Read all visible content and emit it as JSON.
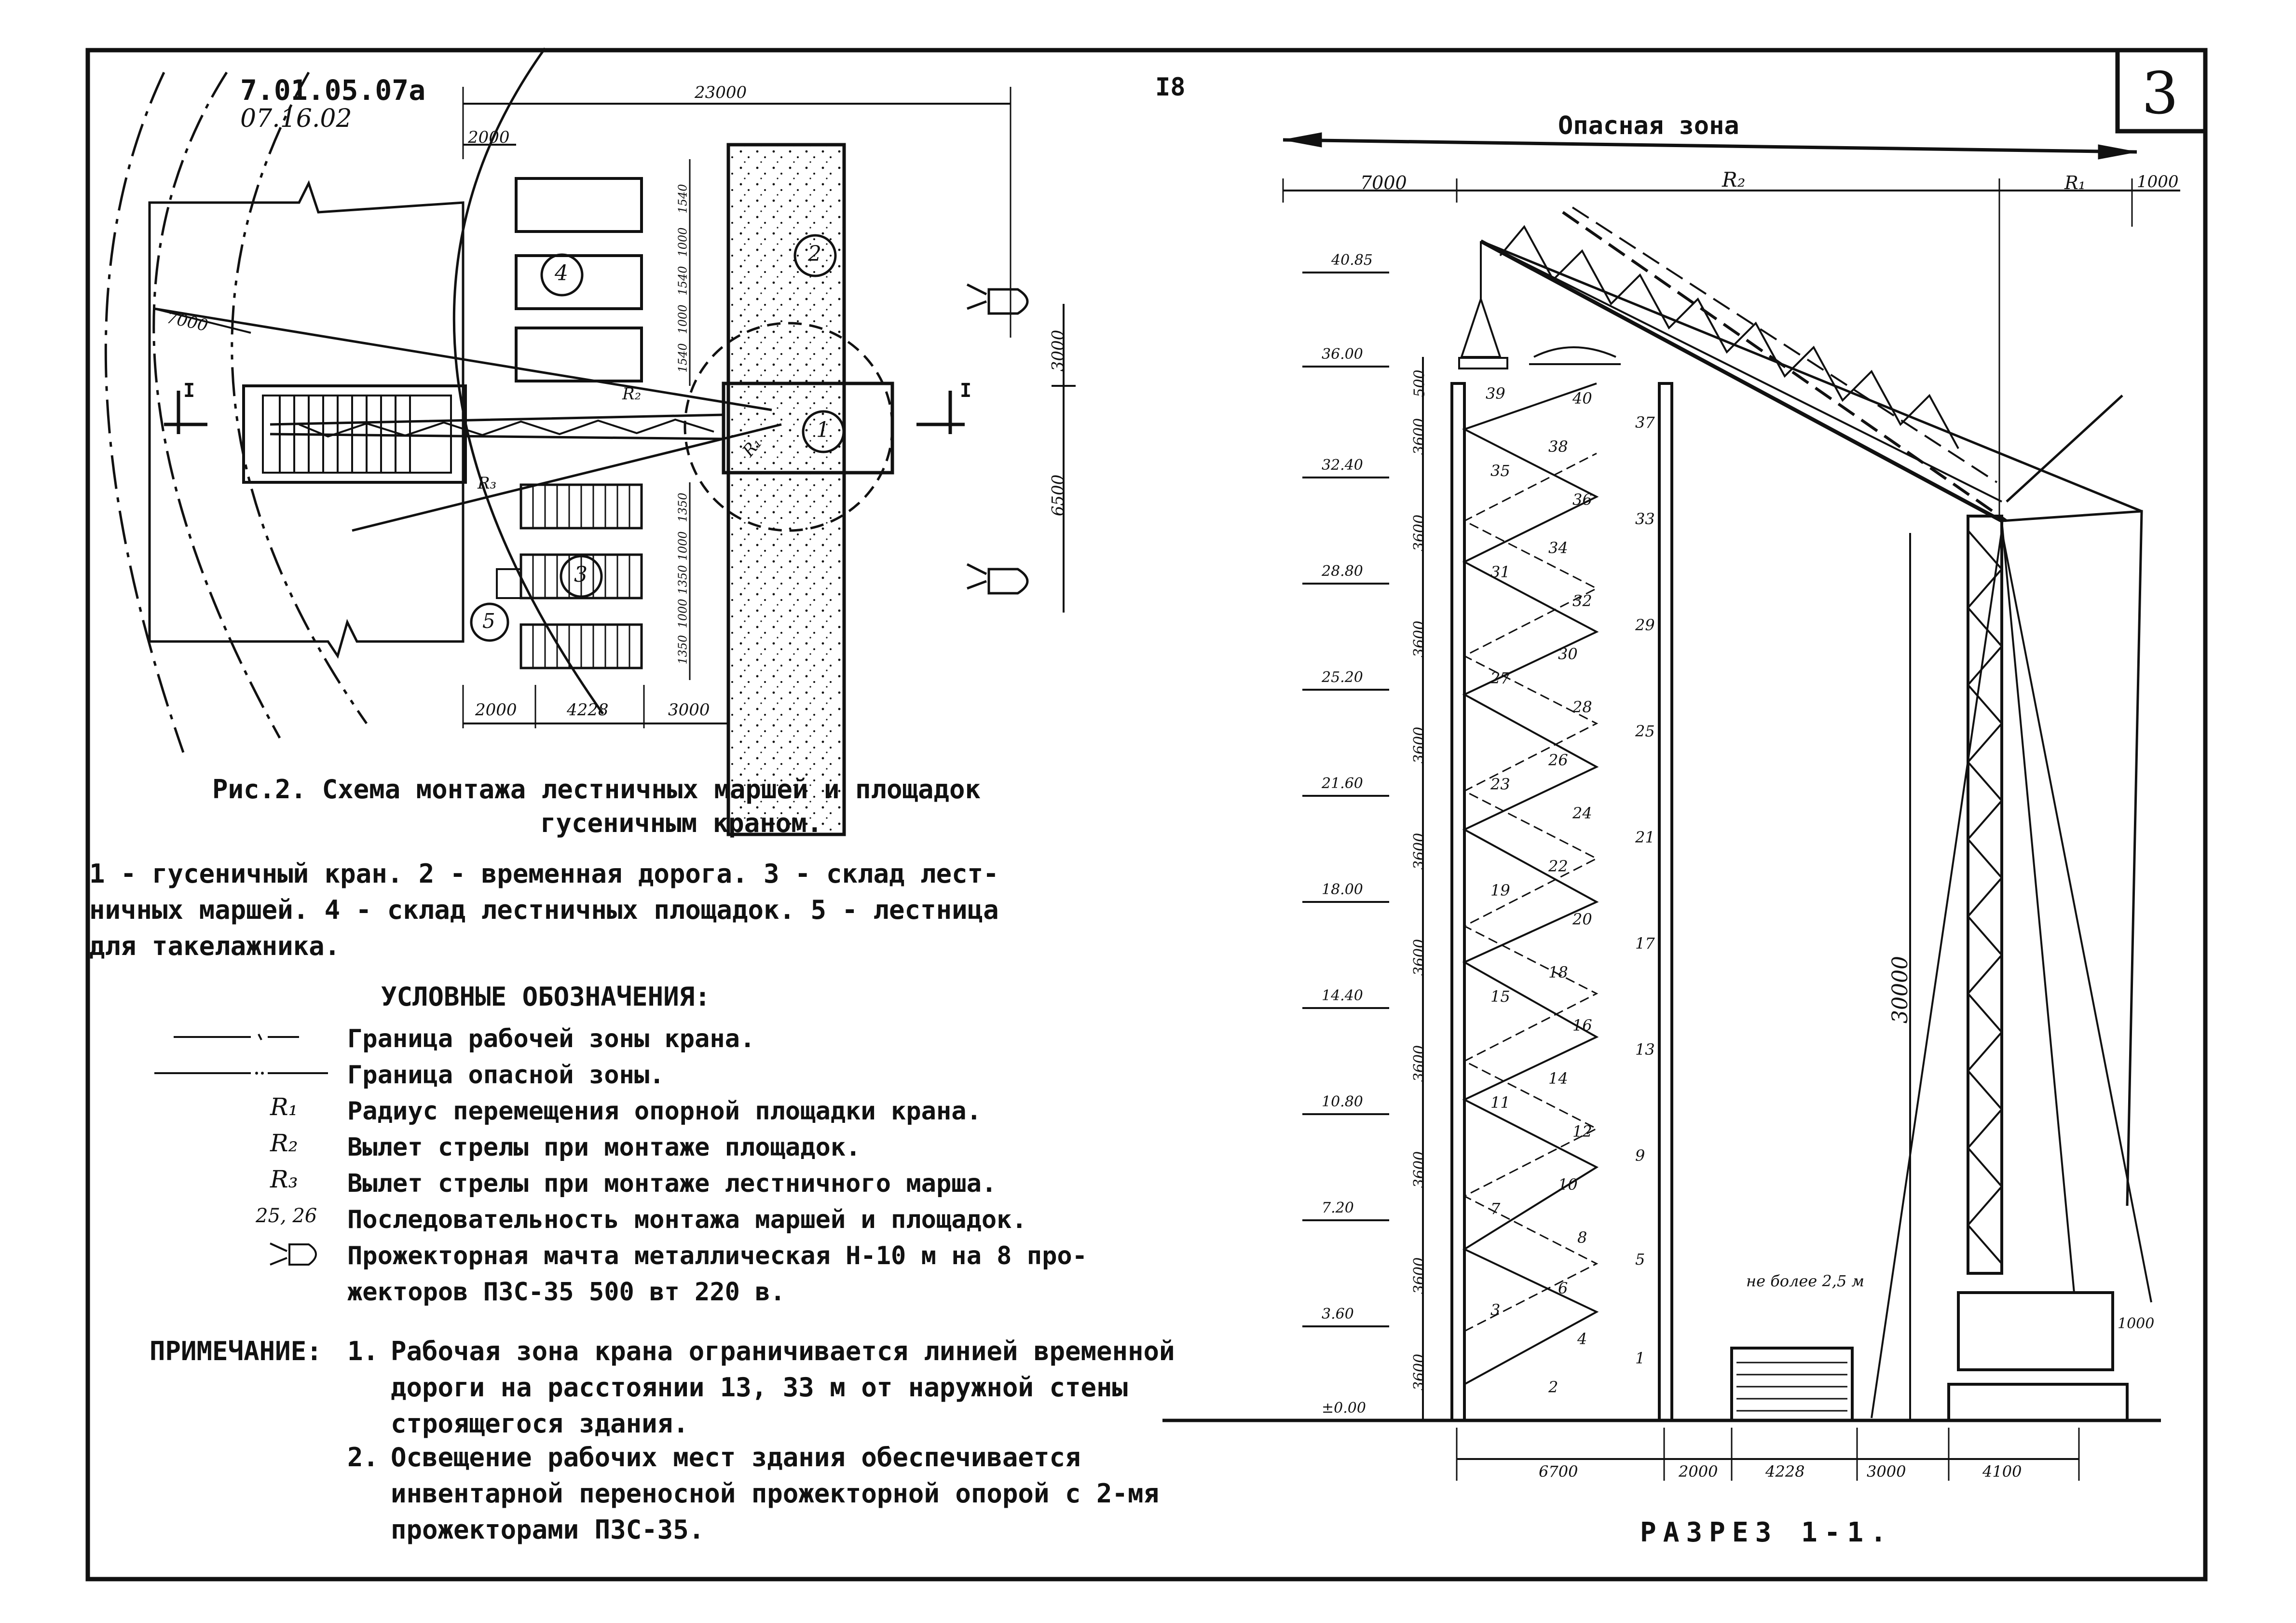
{
  "header": {
    "doc_code": "7.01.05.07а",
    "date": "07.16.02",
    "page_number": "I8",
    "sheet_number": "3"
  },
  "plan": {
    "dim_top": "23000",
    "dim_top_left": "2000",
    "dim_radius": "7000",
    "dim_right_top": "3000",
    "dim_right_bottom": "6500",
    "dim_bottom": [
      "2000",
      "4228",
      "3000"
    ],
    "platform_dims": [
      "1540",
      "1000",
      "1540",
      "1000",
      "1540"
    ],
    "stair_dims": [
      "1350",
      "1000",
      "1350",
      "1000",
      "1350"
    ],
    "r1": "R₁",
    "r2": "R₂",
    "r3": "R₃",
    "section_mark": "I",
    "markers": [
      "1",
      "2",
      "3",
      "4",
      "5"
    ]
  },
  "caption": {
    "line1": "Рис.2.  Схема монтажа лестничных маршей и площадок",
    "line2": "гусеничным краном."
  },
  "description": {
    "line1": "1 - гусеничный кран.  2 - временная дорога.  3 - склад лест-",
    "line2": "ничных маршей.  4 - склад лестничных площадок. 5 - лестница",
    "line3": "для такелажника."
  },
  "legend": {
    "title": "УСЛОВНЫЕ ОБОЗНАЧЕНИЯ:",
    "items": [
      {
        "symbol": "dash-dot",
        "text": "Граница рабочей зоны крана."
      },
      {
        "symbol": "dash-dot-dot",
        "text": "Граница опасной зоны."
      },
      {
        "symbol": "R₁",
        "text": "Радиус перемещения опорной площадки крана."
      },
      {
        "symbol": "R₂",
        "text": "Вылет стрелы при монтаже площадок."
      },
      {
        "symbol": "R₃",
        "text": "Вылет стрелы при монтаже лестничного марша."
      },
      {
        "symbol": "25, 26",
        "text": "Последовательность монтажа маршей и площадок."
      },
      {
        "symbol": "floodlight-icon",
        "text": "Прожекторная мачта металлическая  Н-10 м на 8 про-"
      },
      {
        "symbol": "",
        "text": "жекторов ПЗС-35 500 вт 220 в."
      }
    ]
  },
  "notes": {
    "label": "ПРИМЕЧАНИЕ:",
    "items": [
      {
        "num": "1.",
        "lines": [
          "Рабочая зона крана ограничивается линией временной",
          "дороги на расстоянии 13, 33 м от наружной стены",
          "строящегося здания."
        ]
      },
      {
        "num": "2.",
        "lines": [
          "Освещение рабочих мест здания обеспечивается",
          "инвентарной переносной прожекторной опорой с 2-мя",
          "прожекторами ПЗС-35."
        ]
      }
    ]
  },
  "section": {
    "danger_zone": "Опасная зона",
    "dim_left": "7000",
    "r2": "R₂",
    "r1": "R₁",
    "dim_right": "1000",
    "elevations": [
      "40.85",
      "36.00",
      "32.40",
      "28.80",
      "25.20",
      "21.60",
      "18.00",
      "14.40",
      "10.80",
      "7.20",
      "3.60",
      "±0.00"
    ],
    "floor_heights": [
      "500",
      "3600",
      "3600",
      "3600",
      "3600",
      "3600",
      "3600",
      "3600",
      "3600",
      "3600",
      "3600"
    ],
    "sequence_numbers": [
      "1",
      "2",
      "3",
      "4",
      "5",
      "6",
      "7",
      "8",
      "9",
      "10",
      "11",
      "12",
      "13",
      "14",
      "15",
      "16",
      "17",
      "18",
      "19",
      "20",
      "21",
      "22",
      "23",
      "24",
      "25",
      "26",
      "27",
      "28",
      "29",
      "30",
      "31",
      "32",
      "33",
      "34",
      "35",
      "36",
      "37",
      "38",
      "39",
      "40"
    ],
    "mast_height": "30000",
    "max_height_note": "не более 2,5 м",
    "track_dim": "1000",
    "dims_bottom": [
      "6700",
      "2000",
      "4228",
      "3000",
      "4100"
    ],
    "title": "РАЗРЕЗ 1-1."
  }
}
